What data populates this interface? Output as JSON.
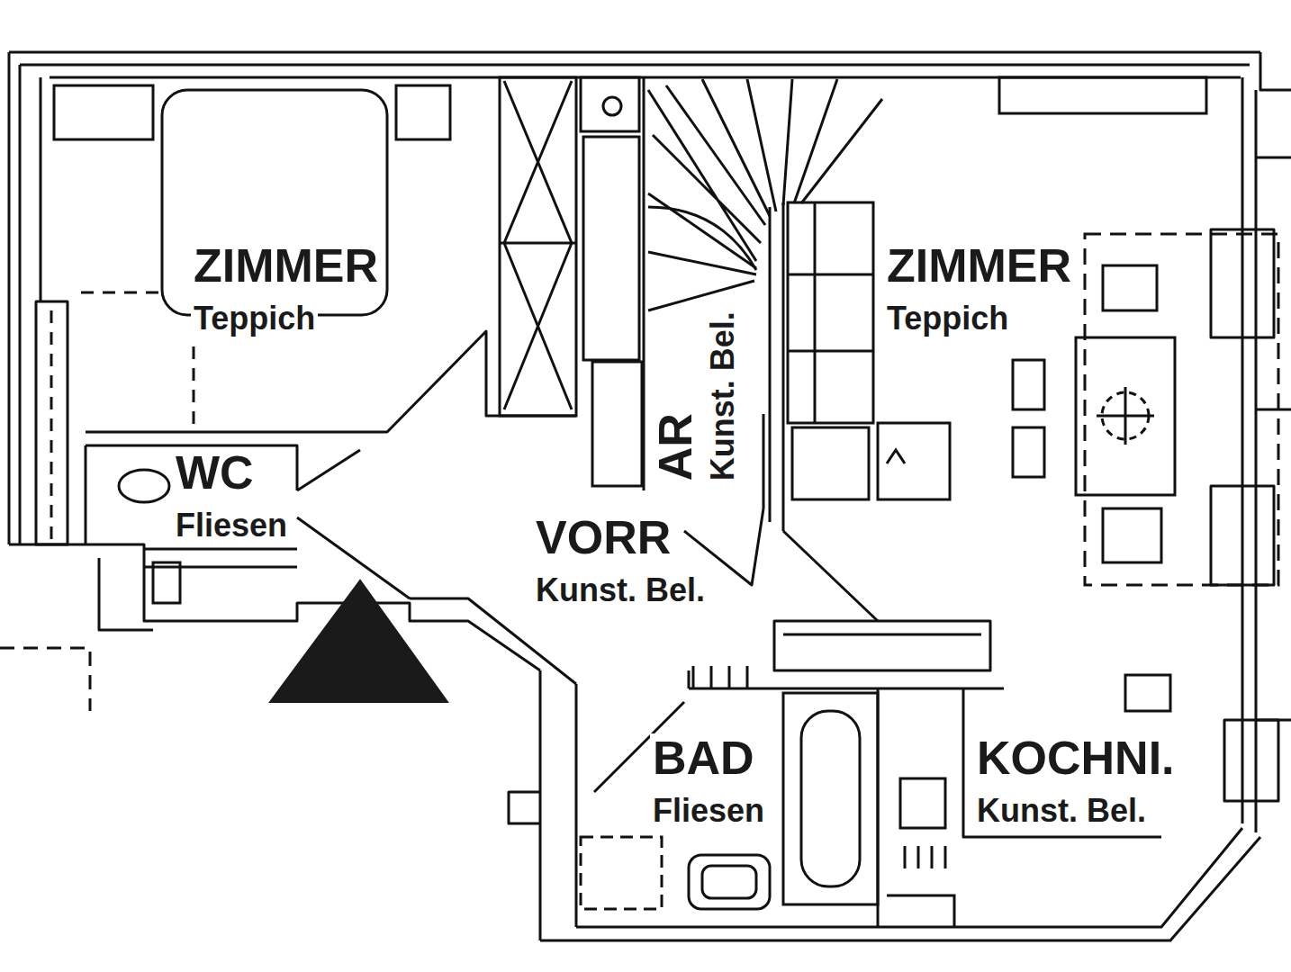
{
  "diagram": {
    "nodes": [
      {
        "text": [
          "ZIMMER",
          "Teppich"
        ]
      },
      {
        "text": [
          "WC",
          "Fliesen"
        ]
      },
      {
        "text": [
          "VORR",
          "Kunst. Bel."
        ]
      },
      {
        "text": [
          "AR",
          "Kunst. Bel."
        ]
      },
      {
        "text": [
          "ZIMMER",
          "Teppich"
        ]
      },
      {
        "text": [
          "BAD",
          "Fliesen"
        ]
      },
      {
        "text": [
          "KOCHNI.",
          "Kunst. Bel."
        ]
      }
    ]
  }
}
